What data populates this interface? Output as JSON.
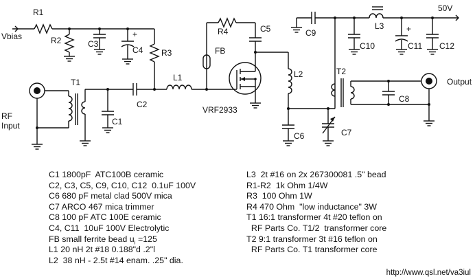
{
  "labels": {
    "r1": "R1",
    "r2": "R2",
    "r3": "R3",
    "r4": "R4",
    "c1": "C1",
    "c2": "C2",
    "c3": "C3",
    "c4": "C4",
    "c5": "C5",
    "c6": "C6",
    "c7": "C7",
    "c8": "C8",
    "c9": "C9",
    "c10": "C10",
    "c11": "C11",
    "c12": "C12",
    "l1": "L1",
    "l2": "L2",
    "l3": "L3",
    "t1": "T1",
    "t2": "T2",
    "fb": "FB",
    "q1": "VRF2933",
    "vbias": "Vbias",
    "supply": "50V",
    "rf_input_line1": "RF",
    "rf_input_line2": "Input",
    "output": "Output",
    "plus": "+"
  },
  "parts_left": [
    "C1 1800pF  ATC100B ceramic",
    "C2, C3, C5, C9, C10, C12  0.1uF 100V",
    "C6 680 pF metal clad 500V mica",
    "C7 ARCO 467 mica trimmer",
    "C8 100 pF ATC 100E ceramic",
    "C4, C11  10uF 100V Electrolytic",
    "L1 20 nH 2t #18 0.188\"d .2\"l",
    "L2  38 nH - 2.5t #14 enam. .25\" dia."
  ],
  "fb_line": {
    "before": "FB small ferrite bead u",
    "sub": "i",
    "after": " =125"
  },
  "parts_right": [
    "L3  2t #16 on 2x 267300081 .5\" bead",
    "R1-R2  1k Ohm 1/4W",
    "R3  100 Ohm 1W",
    "R4 470 Ohm  \"low inductance\" 3W",
    "T1 16:1 transformer 4t #20 teflon on",
    "  RF Parts Co. T1/2  transformer core",
    "T2 9:1 transformer 3t #16 teflon on",
    "  RF Parts Co. T1 transformer core"
  ],
  "url": "http://www.qsl.net/va3iul"
}
